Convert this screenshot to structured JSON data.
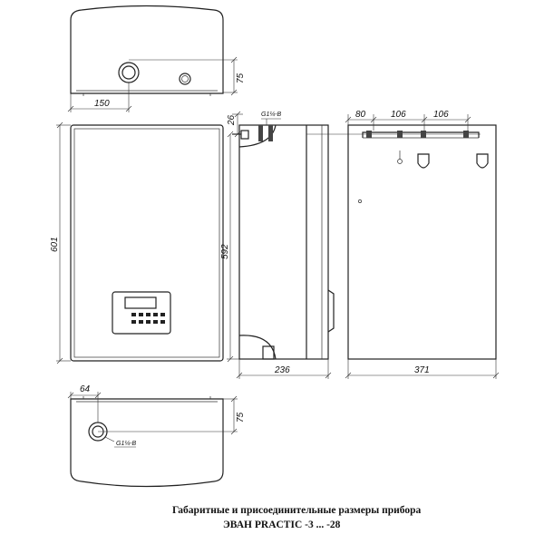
{
  "caption": {
    "line1": "Габаритные и присоединительные размеры прибора",
    "line2": "ЭВАН PRACTIC -3 ... -28"
  },
  "dimensions": {
    "top_width": "150",
    "top_depth": "75",
    "front_height": "601",
    "side_top_offset": "26",
    "side_height": "592",
    "side_depth": "236",
    "back_offset": "80",
    "back_spacing_1": "106",
    "back_spacing_2": "106",
    "back_width": "371",
    "bottom_offset": "64",
    "bottom_depth": "75"
  },
  "labels": {
    "thread_side": "G1¼-B",
    "thread_bottom": "G1¼-B"
  },
  "control_panel": {
    "button_count": 10
  }
}
